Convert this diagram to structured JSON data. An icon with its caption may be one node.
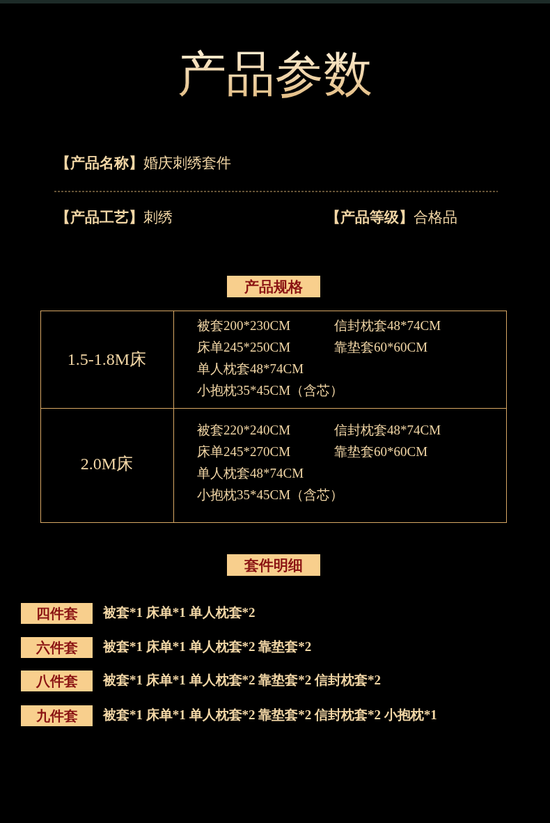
{
  "diagram": {
    "title": "产品参数",
    "nodes": [
      {
        "text": [
          "产品规格"
        ]
      },
      {
        "text": [
          "套件明细"
        ]
      },
      {
        "text": [
          "四件套"
        ],
        "beside": [
          "被套*1 床单*1 单人枕套*2"
        ]
      },
      {
        "text": [
          "六件套"
        ],
        "beside": [
          "被套*1 床单*1 单人枕套*2 靠垫套*2"
        ]
      },
      {
        "text": [
          "八件套"
        ],
        "beside": [
          "被套*1 床单*1 单人枕套*2 靠垫套*2 信封枕套*2"
        ]
      },
      {
        "text": [
          "九件套"
        ],
        "beside": [
          "被套*1 床单*1 单人枕套*2 靠垫套*2 信封枕套*2 小抱枕*1"
        ]
      }
    ],
    "labels": [
      "**【产品名称】**婚庆刺绣套件",
      "**【产品工艺】**刺绣",
      "**【产品等级】**合格品",
      "1.5-1.8M床",
      "被套200*230CM",
      "信封枕套48*74CM",
      "床单245*250CM",
      "靠垫套60*60CM",
      "单人枕套48*74CM",
      "小抱枕35*45CM（含芯）",
      "2.0M床",
      "被套220*240CM",
      "信封枕套48*74CM",
      "床单245*270CM",
      "靠垫套60*60CM",
      "单人枕套48*74CM",
      "小抱枕35*45CM（含芯）"
    ]
  }
}
